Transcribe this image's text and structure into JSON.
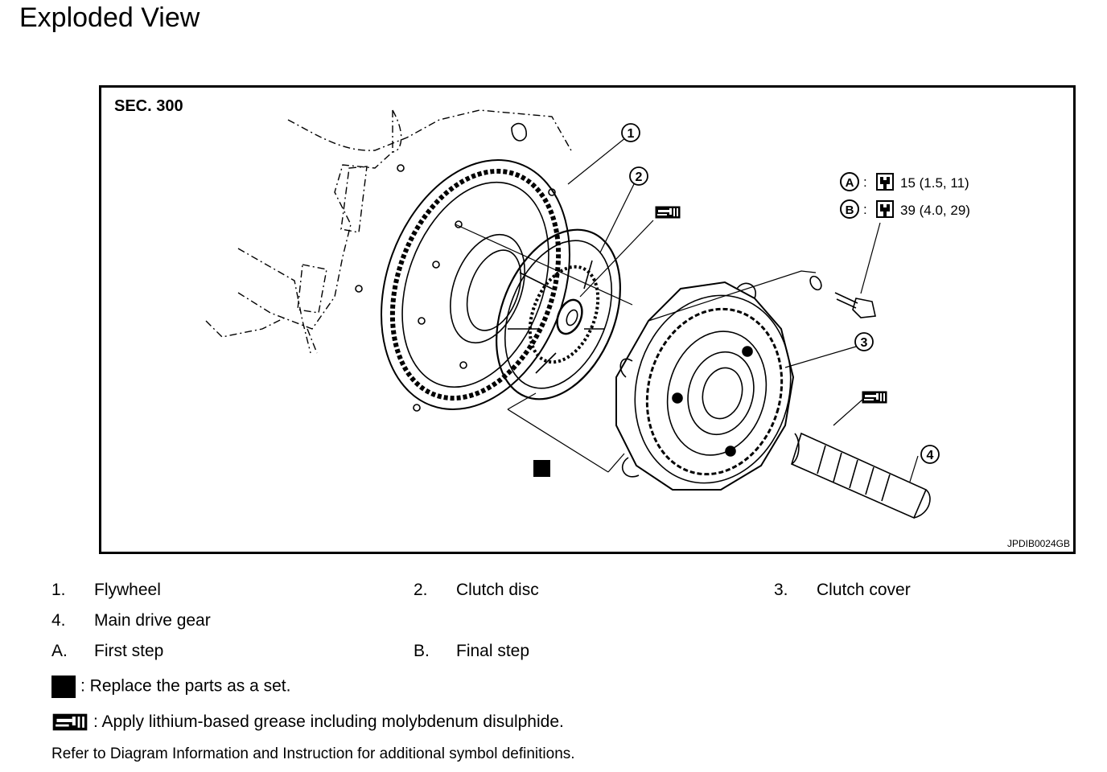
{
  "title": "Exploded View",
  "diagram": {
    "section": "SEC. 300",
    "figure_code": "JPDIB0024GB",
    "callouts": [
      "1",
      "2",
      "3",
      "4"
    ],
    "torque": [
      {
        "letter": "A",
        "value": "15 (1.5, 11)"
      },
      {
        "letter": "B",
        "value": "39 (4.0, 29)"
      }
    ],
    "colon": ":"
  },
  "legend": [
    {
      "num": "1.",
      "text": "Flywheel"
    },
    {
      "num": "2.",
      "text": "Clutch disc"
    },
    {
      "num": "3.",
      "text": "Clutch cover"
    },
    {
      "num": "4.",
      "text": "Main drive gear"
    },
    {
      "num": "A.",
      "text": "First step"
    },
    {
      "num": "B.",
      "text": "Final step"
    }
  ],
  "notes": {
    "replace_set": ": Replace the parts as a set.",
    "grease": ": Apply lithium-based grease including molybdenum disulphide."
  },
  "reference": "Refer to Diagram Information and Instruction for additional symbol definitions."
}
